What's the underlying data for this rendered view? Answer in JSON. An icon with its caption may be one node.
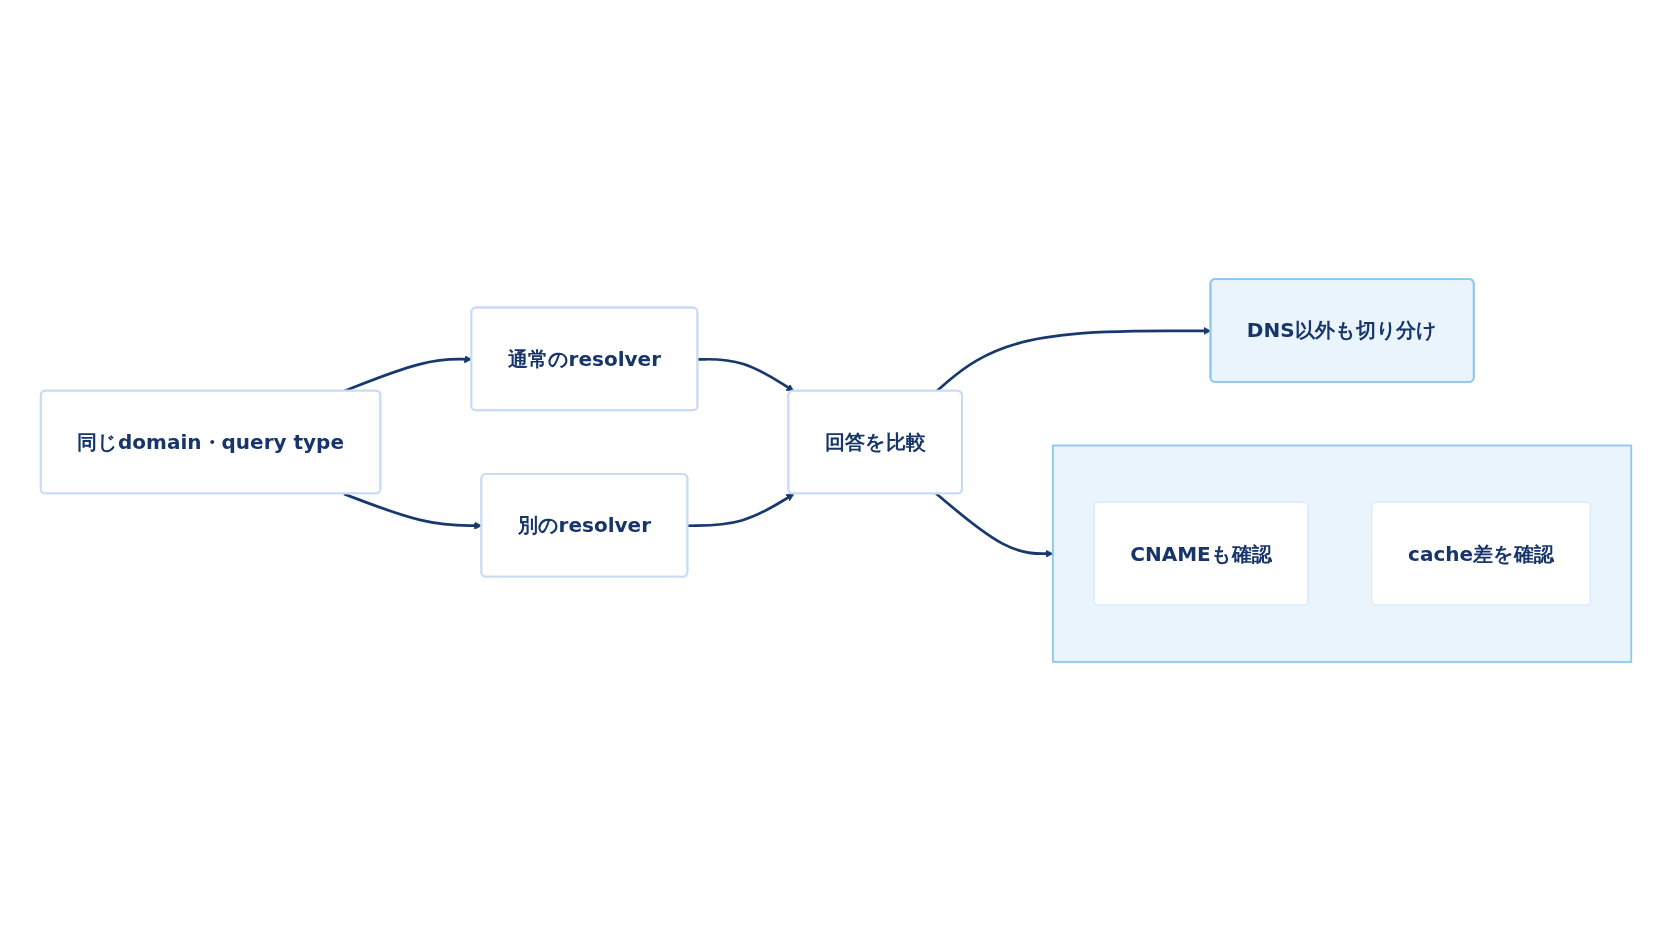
{
  "diagram": {
    "nodes": [
      {
        "text": [
          "同じdomain・query type"
        ]
      },
      {
        "text": [
          "通常のresolver"
        ]
      },
      {
        "text": [
          "別のresolver"
        ]
      },
      {
        "text": [
          "回答を比較"
        ]
      },
      {
        "text": [],
        "shape": "box"
      },
      {
        "text": [
          "CNAMEも確認"
        ],
        "in": 4
      },
      {
        "text": [
          "cache差を確認"
        ],
        "in": 4
      },
      {
        "text": [
          "DNS以外も切り分け"
        ]
      }
    ],
    "edges": [
      {
        "from": 0,
        "to": 1,
        "arrow": "to"
      },
      {
        "from": 0,
        "to": 2,
        "arrow": "to"
      },
      {
        "from": 1,
        "to": 3,
        "arrow": "to"
      },
      {
        "from": 2,
        "to": 3,
        "arrow": "to"
      },
      {
        "from": 3,
        "to": 4,
        "arrow": "to"
      },
      {
        "from": 3,
        "to": 7,
        "arrow": "to"
      }
    ]
  }
}
